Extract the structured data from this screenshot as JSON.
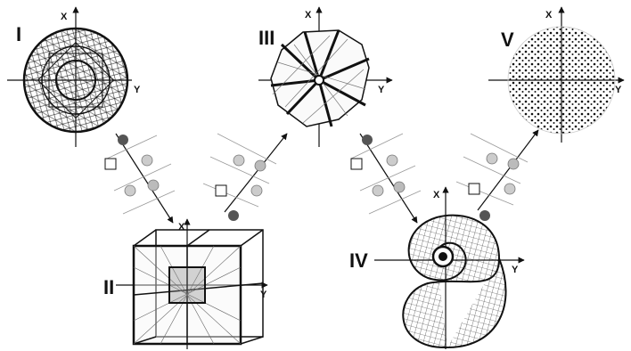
{
  "panels": [
    {
      "id": "I",
      "label": "I",
      "axis_x": "X",
      "axis_y": "Y"
    },
    {
      "id": "II",
      "label": "II",
      "axis_x": "X",
      "axis_y": "Y"
    },
    {
      "id": "III",
      "label": "III",
      "axis_x": "X",
      "axis_y": "Y"
    },
    {
      "id": "IV",
      "label": "IV",
      "axis_x": "X",
      "axis_y": "Y"
    },
    {
      "id": "V",
      "label": "V",
      "axis_x": "X",
      "axis_y": "Y"
    }
  ],
  "colors": {
    "ink": "#111111",
    "mesh": "#333333",
    "light": "#999999",
    "background": "#ffffff"
  }
}
